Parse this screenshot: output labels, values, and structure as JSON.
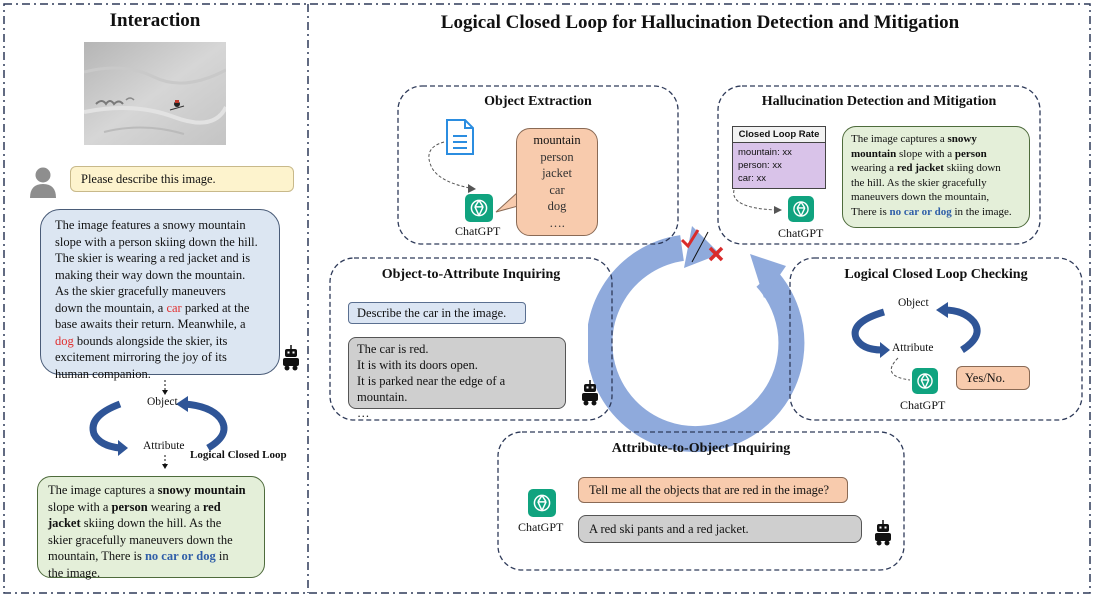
{
  "left_panel": {
    "title": "Interaction",
    "user_prompt": "Please describe this image.",
    "response_lines": [
      [
        {
          "t": "The image features a snowy mountain"
        }
      ],
      [
        {
          "t": "slope with a person skiing down the hill."
        }
      ],
      [
        {
          "t": "The skier is wearing a red jacket and is"
        }
      ],
      [
        {
          "t": "making their way down the mountain."
        }
      ],
      [
        {
          "t": "As the skier gracefully maneuvers"
        }
      ],
      [
        {
          "t": "down the mountain, a "
        },
        {
          "t": "car",
          "c": "red"
        },
        {
          "t": " parked at the"
        }
      ],
      [
        {
          "t": "base awaits their return. Meanwhile, a"
        }
      ],
      [
        {
          "t": "dog",
          "c": "red"
        },
        {
          "t": " bounds alongside the skier, its"
        }
      ],
      [
        {
          "t": "excitement mirroring the joy of its"
        }
      ],
      [
        {
          "t": "human companion."
        }
      ]
    ],
    "loop_object": "Object",
    "loop_attribute": "Attribute",
    "loop_caption": "Logical Closed Loop",
    "corrected_lines": [
      [
        {
          "t": "The image captures a "
        },
        {
          "t": "snowy mountain",
          "b": true
        }
      ],
      [
        {
          "t": "slope with a "
        },
        {
          "t": "person",
          "b": true
        },
        {
          "t": " wearing a "
        },
        {
          "t": "red",
          "b": true
        }
      ],
      [
        {
          "t": "jacket",
          "b": true
        },
        {
          "t": " skiing down the hill. As the"
        }
      ],
      [
        {
          "t": "skier gracefully maneuvers down the"
        }
      ],
      [
        {
          "t": "mountain, There is "
        },
        {
          "t": "no car or dog",
          "c": "blue"
        },
        {
          "t": " in"
        }
      ],
      [
        {
          "t": "the image."
        }
      ]
    ]
  },
  "main_title": "Logical Closed Loop for Hallucination Detection and Mitigation",
  "object_extraction": {
    "title": "Object Extraction",
    "objects": [
      "mountain",
      "person",
      "jacket",
      "car",
      "dog",
      "…."
    ],
    "agent": "ChatGPT"
  },
  "detection": {
    "title": "Hallucination Detection and Mitigation",
    "table_header": "Closed Loop Rate",
    "table_rows": [
      "mountain: xx",
      "person: xx",
      "car: xx"
    ],
    "agent": "ChatGPT",
    "output_lines": [
      [
        {
          "t": "The image captures a "
        },
        {
          "t": "snowy",
          "b": true
        }
      ],
      [
        {
          "t": "mountain",
          "b": true
        },
        {
          "t": " slope with a "
        },
        {
          "t": "person",
          "b": true
        }
      ],
      [
        {
          "t": "wearing a "
        },
        {
          "t": "red jacket",
          "b": true
        },
        {
          "t": " skiing down"
        }
      ],
      [
        {
          "t": "the hill. As the skier gracefully"
        }
      ],
      [
        {
          "t": "maneuvers down the mountain,"
        }
      ],
      [
        {
          "t": "There is "
        },
        {
          "t": "no car or dog",
          "c": "blue"
        },
        {
          "t": " in the image."
        }
      ]
    ]
  },
  "obj_to_attr": {
    "title": "Object-to-Attribute Inquiring",
    "question": "Describe the car in the image.",
    "answers": [
      "The car is red.",
      "It is with its doors open.",
      "It is parked near the edge of a mountain.",
      "…"
    ]
  },
  "checking": {
    "title": "Logical Closed Loop Checking",
    "object": "Object",
    "attribute": "Attribute",
    "answer": "Yes/No.",
    "agent": "ChatGPT"
  },
  "attr_to_obj": {
    "title": "Attribute-to-Object Inquiring",
    "question": "Tell me all the objects that are red in the image?",
    "answer": "A red ski pants and a red jacket.",
    "agent": "ChatGPT"
  },
  "colors": {
    "border": "#2e3a59",
    "big_arrow": "#8faadc",
    "loop_arrow": "#2f5597",
    "chatgpt": "#10a37f",
    "check": "#d92b2b"
  }
}
